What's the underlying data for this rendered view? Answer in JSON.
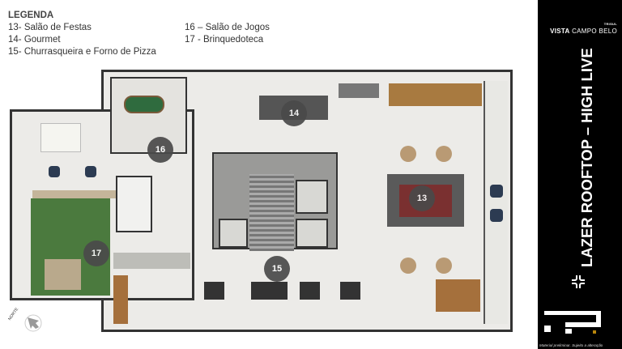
{
  "legend": {
    "title": "LEGENDA",
    "items": [
      "13- Salão de Festas",
      "14- Gourmet",
      "15- Churrasqueira e Forno de Pizza",
      "16 – Salão de Jogos",
      "17 - Brinquedoteca"
    ]
  },
  "plan": {
    "badges": [
      "13",
      "14",
      "15",
      "16",
      "17"
    ],
    "compass_label": "NORTE",
    "compass_icon": "north-arrow-icon"
  },
  "sidebar": {
    "brand_small": "TRISUL",
    "brand_bold": "VISTA",
    "brand_rest": "CAMPO BELO",
    "title": "LAZER ROOFTOP – HIGH LIVE",
    "footnote": "Material preliminar. Sujeito a alteração",
    "background": "#000000"
  }
}
